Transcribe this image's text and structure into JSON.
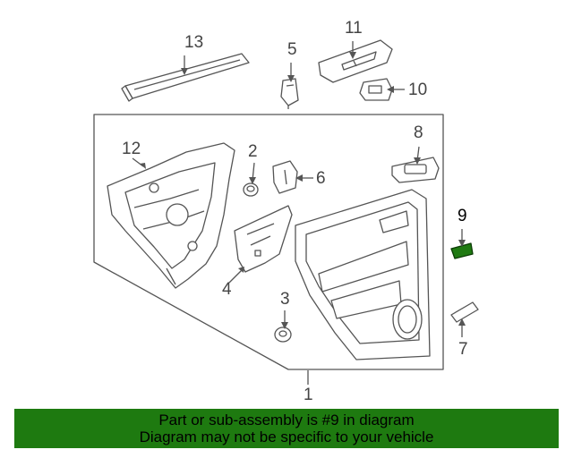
{
  "diagram": {
    "callouts": {
      "c1": "1",
      "c2": "2",
      "c3": "3",
      "c4": "4",
      "c5": "5",
      "c6": "6",
      "c7": "7",
      "c8": "8",
      "c9": "9",
      "c10": "10",
      "c11": "11",
      "c12": "12",
      "c13": "13"
    },
    "highlighted_part": "9",
    "colors": {
      "line": "#555555",
      "part_fill": "#ffffff",
      "highlight": "#1f7a12",
      "banner": "#1e7a10"
    }
  },
  "footer": {
    "line1": "Part or sub-assembly is #9 in diagram",
    "line2": "Diagram may not be specific to your vehicle"
  }
}
